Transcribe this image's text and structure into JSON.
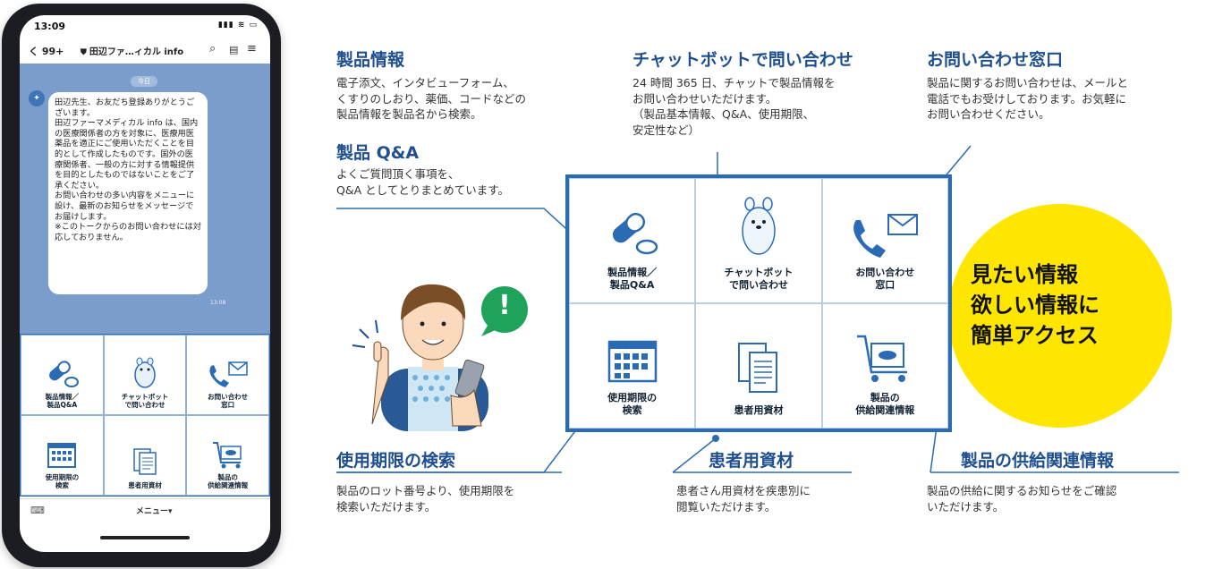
{
  "phone": {
    "status_time": "13:09",
    "status_icons": "▮▮▮ ≋ ▭",
    "nav_back": "く 99+",
    "nav_title": "田辺ファ…ィカル info",
    "nav_icons": [
      "search-icon",
      "note-icon",
      "menu-icon"
    ],
    "date_chip": "今日",
    "message": "田辺先生、お友だち登録ありがとうございます。\n田辺ファーマメディカル info は、国内の医療関係者の方を対象に、医療用医薬品を適正にご使用いただくことを目的として作成したものです。国外の医療関係者、一般の方に対する情報提供を目的としたものではないことをご了承ください。\nお問い合わせの多い内容をメニューに設け、最新のお知らせをメッセージでお届けします。\n※このトークからのお問い合わせには対応しておりません。",
    "message_time": "13:08",
    "menu_items": [
      {
        "label": "製品情報／\n製品Q&A",
        "icon": "pill-icon"
      },
      {
        "label": "チャットボット\nで問い合わせ",
        "icon": "mascot-icon"
      },
      {
        "label": "お問い合わせ\n窓口",
        "icon": "phone-mail-icon"
      },
      {
        "label": "使用期限の\n検索",
        "icon": "calendar-icon"
      },
      {
        "label": "患者用資材",
        "icon": "documents-icon"
      },
      {
        "label": "製品の\n供給関連情報",
        "icon": "cart-icon"
      }
    ],
    "bottom_menu": "メニュー▾",
    "keyboard_icon": "⌨"
  },
  "panel": {
    "items": [
      {
        "label": "製品情報／\n製品Q&A"
      },
      {
        "label": "チャットボット\nで問い合わせ"
      },
      {
        "label": "お問い合わせ\n窓口"
      },
      {
        "label": "使用期限の\n検索"
      },
      {
        "label": "患者用資材"
      },
      {
        "label": "製品の\n供給関連情報"
      }
    ]
  },
  "callouts": {
    "product_info": {
      "title": "製品情報",
      "text": "電子添文、インタビューフォーム、\nくすりのしおり、薬価、コードなどの\n製品情報を製品名から検索。"
    },
    "product_qa": {
      "title": "製品 Q&A",
      "text": "よくご質問頂く事項を、\nQ&A としてとりまとめています。"
    },
    "chatbot": {
      "title": "チャットボットで問い合わせ",
      "text": "24 時間 365 日、チャットで製品情報を\nお問い合わせいただけます。\n（製品基本情報、Q&A、使用期限、\n安定性など）"
    },
    "contact": {
      "title": "お問い合わせ窓口",
      "text": "製品に関するお問い合わせは、メールと\n電話でもお受けしております。お気軽に\nお問い合わせください。"
    },
    "expiry": {
      "title": "使用期限の検索",
      "text": "製品のロット番号より、使用期限を\n検索いただけます。"
    },
    "patient": {
      "title": "患者用資材",
      "text": "患者さん用資材を疾患別に\n閲覧いただけます。"
    },
    "supply": {
      "title": "製品の供給関連情報",
      "text": "製品の供給に関するお知らせをご確認\nいただけます。"
    }
  },
  "catchphrase": "見たい情報\n欲しい情報に\n簡単アクセス",
  "bang": "!",
  "colors": {
    "brand_blue": "#2a6bb3",
    "chat_bg": "#7a9dcc",
    "yellow": "#ffe600",
    "green": "#1fa35b"
  }
}
